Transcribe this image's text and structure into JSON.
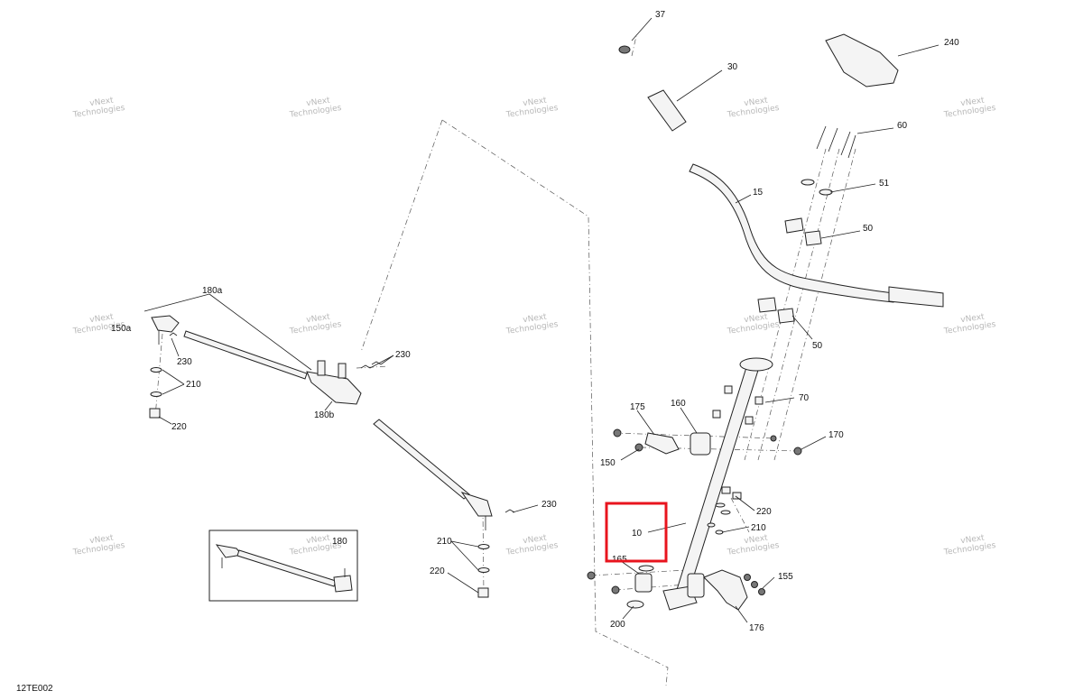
{
  "diagram_code": "12TE002",
  "watermark": {
    "line1": "vNext",
    "line2": "Technologies"
  },
  "highlight_color": "#e8141e",
  "labels": {
    "p37": "37",
    "p30": "30",
    "p240": "240",
    "p60": "60",
    "p15": "15",
    "p51": "51",
    "p50a": "50",
    "p50b": "50",
    "p70": "70",
    "p175": "175",
    "p160": "160",
    "p170": "170",
    "p150": "150",
    "p220r": "220",
    "p210r": "210",
    "p10": "10",
    "p165": "165",
    "p155": "155",
    "p200": "200",
    "p176": "176",
    "p180a": "180a",
    "p150a": "150a",
    "p230a": "230",
    "p210a": "210",
    "p220a": "220",
    "p180b": "180b",
    "p230b": "230",
    "p230c": "230",
    "p210b": "210",
    "p220b": "220",
    "p180": "180"
  }
}
